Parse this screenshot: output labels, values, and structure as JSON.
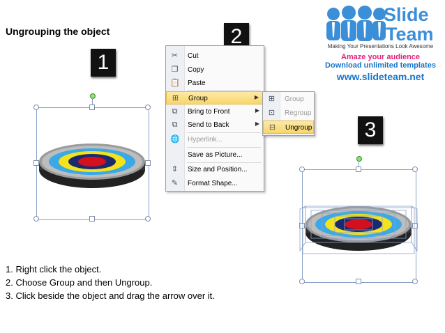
{
  "title": "Ungrouping the object",
  "steps_badges": [
    "1",
    "2",
    "3"
  ],
  "logo": {
    "line1": "Slide",
    "line2": "Team",
    "tagline": "Making Your Presentations Look Awesome",
    "amaze": "Amaze your audience",
    "download": "Download unlimited templates",
    "website": "www.slideteam.net"
  },
  "context_menu": {
    "items": [
      {
        "label": "Cut",
        "icon": "scissors-icon",
        "glyph": "✂"
      },
      {
        "label": "Copy",
        "icon": "copy-icon",
        "glyph": "❐"
      },
      {
        "label": "Paste",
        "icon": "paste-icon",
        "glyph": "📋"
      },
      {
        "label": "Group",
        "icon": "group-icon",
        "glyph": "⊞",
        "has_submenu": true,
        "highlighted": true
      },
      {
        "label": "Bring to Front",
        "icon": "bring-to-front-icon",
        "glyph": "⧉",
        "has_submenu": true
      },
      {
        "label": "Send to Back",
        "icon": "send-to-back-icon",
        "glyph": "⧉",
        "has_submenu": true
      },
      {
        "label": "Hyperlink...",
        "icon": "hyperlink-icon",
        "glyph": "🌐",
        "disabled": true
      },
      {
        "label": "Save as Picture...",
        "icon": "",
        "glyph": ""
      },
      {
        "label": "Size and Position...",
        "icon": "size-position-icon",
        "glyph": "⇕"
      },
      {
        "label": "Format Shape...",
        "icon": "format-shape-icon",
        "glyph": "✎"
      }
    ]
  },
  "submenu": {
    "items": [
      {
        "label": "Group",
        "icon": "group-icon",
        "glyph": "⊞",
        "disabled": true
      },
      {
        "label": "Regroup",
        "icon": "regroup-icon",
        "glyph": "⊡",
        "disabled": true
      },
      {
        "label": "Ungroup",
        "icon": "ungroup-icon",
        "glyph": "⊟",
        "highlighted": true
      }
    ]
  },
  "instructions": [
    "1.   Right click the object.",
    "2.   Choose Group and then Ungroup.",
    "3.   Click beside the object and drag the arrow over it."
  ],
  "colors": {
    "menu_highlight": "#f8d66a",
    "target_outer": "#111111",
    "target_blue": "#3aa9e6",
    "target_yellow": "#f4e21a",
    "target_red": "#d4101e",
    "selection": "#8aa2c8"
  }
}
